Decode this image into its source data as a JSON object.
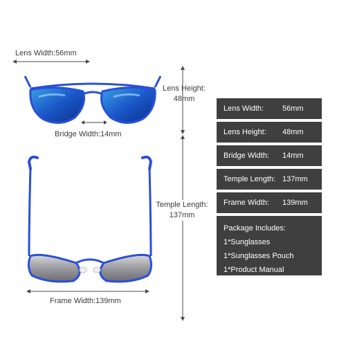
{
  "dimensions": {
    "lens_width": "Lens Width:56mm",
    "bridge_width": "Bridge Width:14mm",
    "lens_height_line1": "Lens Height:",
    "lens_height_line2": "48mm",
    "temple_length_line1": "Temple Length:",
    "temple_length_line2": "137mm",
    "frame_width": "Frame Width:139mm"
  },
  "spec_table": {
    "rows": [
      {
        "label": "Lens Width:",
        "value": "56mm"
      },
      {
        "label": "Lens Height:",
        "value": "48mm"
      },
      {
        "label": "Bridge Width:",
        "value": "14mm"
      },
      {
        "label": "Temple Length:",
        "value": "137mm"
      },
      {
        "label": "Frame Width:",
        "value": "139mm"
      }
    ],
    "package": {
      "title": "Package Includes:",
      "items": [
        "1*Sunglasses",
        "1*Sunglasses Pouch",
        "1*Product Manual"
      ]
    }
  },
  "colors": {
    "frame": "#2a4fd6",
    "lens_dark": "#0a2f8a",
    "lens_light": "#3aa0e8",
    "panel_bg": "#3f3f3f",
    "panel_text": "#ffffff",
    "arrow": "#4a4a4a"
  },
  "icons": {
    "front_view": "aviator-sunglasses-front-icon",
    "top_view": "aviator-sunglasses-top-icon"
  }
}
